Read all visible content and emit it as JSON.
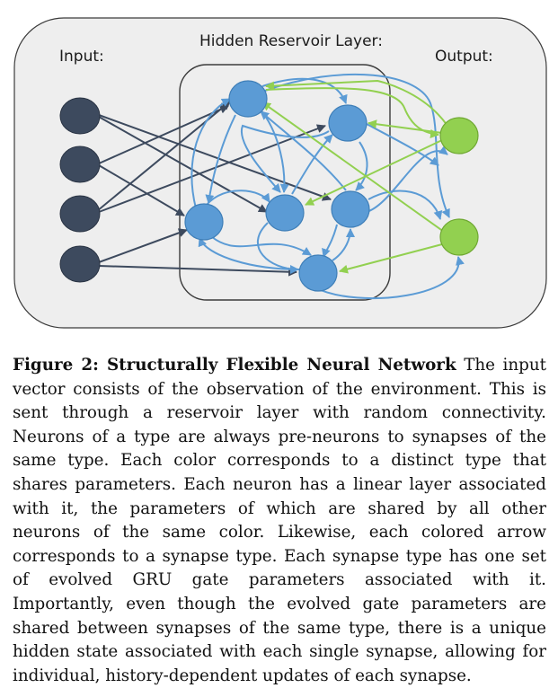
{
  "diagram": {
    "labels": {
      "input": "Input:",
      "hidden": "Hidden Reservoir Layer:",
      "output": "Output:"
    },
    "colors": {
      "panel_bg": "#eeeeee",
      "panel_border": "#3b3b3b",
      "input_node": "#3d4a5e",
      "hidden_node": "#5b9bd5",
      "output_node": "#92d050",
      "blue_edge": "#5b9bd5",
      "green_edge": "#92d050",
      "dark_edge": "#3d4a5e"
    },
    "nodes": {
      "input": [
        "i1",
        "i2",
        "i3",
        "i4"
      ],
      "hidden": [
        "h1",
        "h2",
        "h3",
        "h4",
        "h5",
        "h6"
      ],
      "output": [
        "o1",
        "o2"
      ]
    },
    "edges": {
      "input_to_hidden": [
        [
          "i1",
          "h5"
        ],
        [
          "i1",
          "h4"
        ],
        [
          "i2",
          "h1"
        ],
        [
          "i2",
          "h3"
        ],
        [
          "i3",
          "h1"
        ],
        [
          "i3",
          "h2"
        ],
        [
          "i4",
          "h3"
        ],
        [
          "i4",
          "h6"
        ]
      ],
      "hidden_to_hidden": [
        [
          "h1",
          "h2"
        ],
        [
          "h1",
          "h4"
        ],
        [
          "h2",
          "h6"
        ],
        [
          "h3",
          "h1"
        ],
        [
          "h4",
          "h2"
        ],
        [
          "h5",
          "h3"
        ],
        [
          "h6",
          "h4"
        ],
        [
          "h2",
          "h3"
        ]
      ],
      "hidden_to_output": [
        [
          "h2",
          "o1"
        ],
        [
          "h5",
          "o2"
        ],
        [
          "h6",
          "o1"
        ],
        [
          "h2",
          "o2"
        ]
      ],
      "output_to_hidden": [
        [
          "o1",
          "h1"
        ],
        [
          "o1",
          "h5"
        ],
        [
          "o2",
          "h4"
        ],
        [
          "o2",
          "h6"
        ]
      ]
    }
  },
  "caption": {
    "title": "Figure 2: Structurally Flexible Neural Network",
    "body": "The input vector consists of the observation of the environment. This is sent through a reservoir layer with random connectivity. Neurons of a type are always pre-neurons to synapses of the same type. Each color corresponds to a distinct type that shares parameters. Each neuron has a linear layer associated with it, the parameters of which are shared by all other neurons of the same color. Likewise, each colored arrow corresponds to a synapse type. Each synapse type has one set of evolved GRU gate parameters associated with it. Importantly, even though the evolved gate parameters are shared between synapses of the same type, there is a unique hidden state associated with each single synapse, allowing for individual, history-dependent updates of each synapse."
  }
}
